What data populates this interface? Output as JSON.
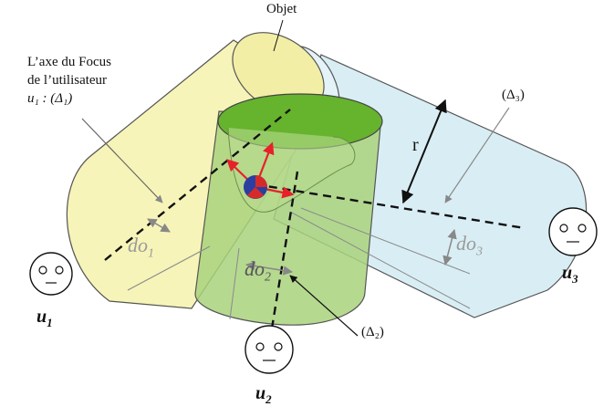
{
  "labels": {
    "object": "Objet",
    "focus_axis_line1": "L’axe du Focus",
    "focus_axis_line2": "de l’utilisateur",
    "focus_axis_line3": "u₁ : (Δ₁)",
    "delta3": "(Δ₃)",
    "delta2": "(Δ₂)",
    "radius": "r",
    "do1": "do",
    "do1_sub": "1",
    "do2": "do",
    "do2_sub": "2",
    "do3": "do",
    "do3_sub": "3",
    "u1": "u",
    "u1_sub": "1",
    "u2": "u",
    "u2_sub": "2",
    "u3": "u",
    "u3_sub": "3"
  },
  "colors": {
    "yellow_cylinder": "#f6f4b8",
    "blue_cylinder": "#d9eef4",
    "green_cylinder": "#a9d27c",
    "green_top": "#66b32e",
    "arrows_red": "#e8202a",
    "center_blue": "#2a3fa0",
    "center_red": "#d62a2a"
  },
  "icons": [
    "face-icon-u1",
    "face-icon-u2",
    "face-icon-u3"
  ]
}
